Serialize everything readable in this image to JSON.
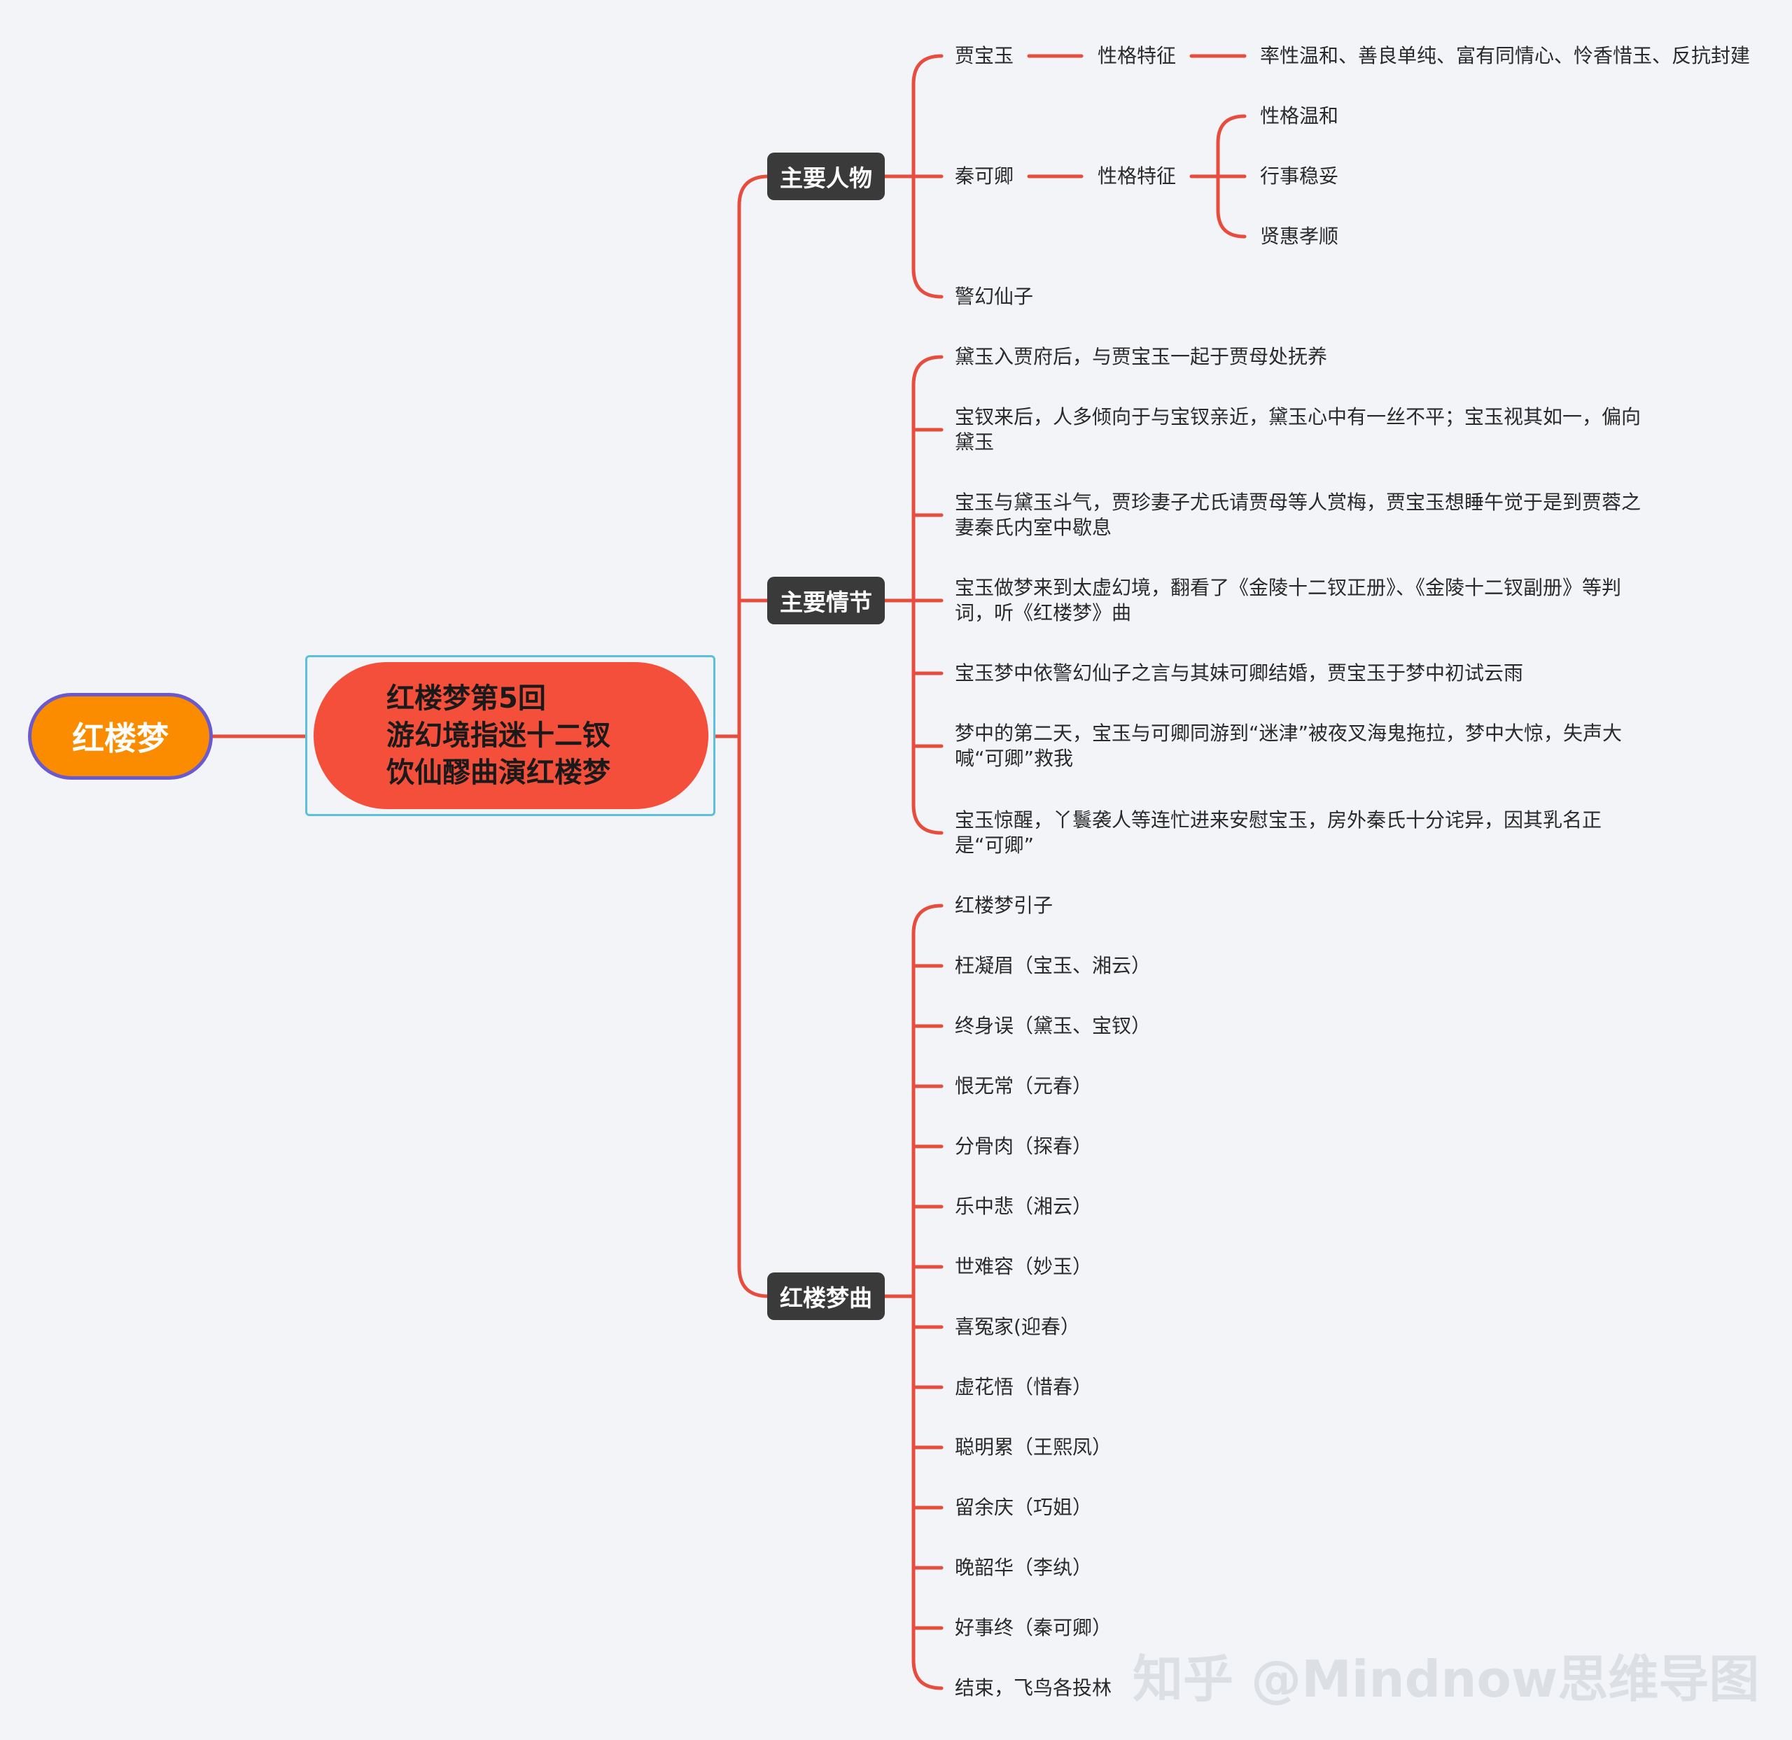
{
  "root": "红楼梦",
  "center": {
    "lines": [
      "红楼梦第5回",
      "游幻境指迷十二钗",
      "饮仙醪曲演红楼梦"
    ]
  },
  "branches": [
    {
      "label": "主要人物",
      "children": [
        {
          "label": "贾宝玉",
          "sub": {
            "label": "性格特征",
            "leaves": [
              "率性温和、善良单纯、富有同情心、怜香惜玉、反抗封建"
            ]
          }
        },
        {
          "label": "秦可卿",
          "sub": {
            "label": "性格特征",
            "leaves": [
              "性格温和",
              "行事稳妥",
              "贤惠孝顺"
            ]
          }
        },
        {
          "label": "警幻仙子"
        }
      ]
    },
    {
      "label": "主要情节",
      "children": [
        {
          "label": "黛玉入贾府后，与贾宝玉一起于贾母处抚养"
        },
        {
          "label": "宝钗来后，人多倾向于与宝钗亲近，黛玉心中有一丝不平；宝玉视其如一，偏向黛玉"
        },
        {
          "label": "宝玉与黛玉斗气，贾珍妻子尤氏请贾母等人赏梅，贾宝玉想睡午觉于是到贾蓉之妻秦氏内室中歇息"
        },
        {
          "label": "宝玉做梦来到太虚幻境，翻看了《金陵十二钗正册》、《金陵十二钗副册》等判词，听《红楼梦》曲"
        },
        {
          "label": "宝玉梦中依警幻仙子之言与其妹可卿结婚，贾宝玉于梦中初试云雨"
        },
        {
          "label": "梦中的第二天，宝玉与可卿同游到“迷津”被夜叉海鬼拖拉，梦中大惊，失声大喊“可卿”救我"
        },
        {
          "label": "宝玉惊醒，丫鬟袭人等连忙进来安慰宝玉，房外秦氏十分诧异，因其乳名正是“可卿”"
        }
      ]
    },
    {
      "label": "红楼梦曲",
      "children": [
        {
          "label": "红楼梦引子"
        },
        {
          "label": "枉凝眉（宝玉、湘云）"
        },
        {
          "label": "终身误（黛玉、宝钗）"
        },
        {
          "label": "恨无常（元春）"
        },
        {
          "label": "分骨肉（探春）"
        },
        {
          "label": "乐中悲（湘云）"
        },
        {
          "label": "世难容（妙玉）"
        },
        {
          "label": "喜冤家(迎春）"
        },
        {
          "label": "虚花悟（惜春）"
        },
        {
          "label": "聪明累（王熙凤）"
        },
        {
          "label": "留余庆（巧姐）"
        },
        {
          "label": "晚韶华（李纨）"
        },
        {
          "label": "好事终（秦可卿）"
        },
        {
          "label": "结束，飞鸟各投林"
        }
      ]
    }
  ],
  "watermark": "知乎 @Mindnow思维导图",
  "colors": {
    "line": "#e84c3d",
    "branch_bg": "#3a3a3a",
    "root_bg": "#fb8c00",
    "root_border": "#6a5acd",
    "center_bg": "#f44f3b",
    "frame": "#5bc0de"
  }
}
